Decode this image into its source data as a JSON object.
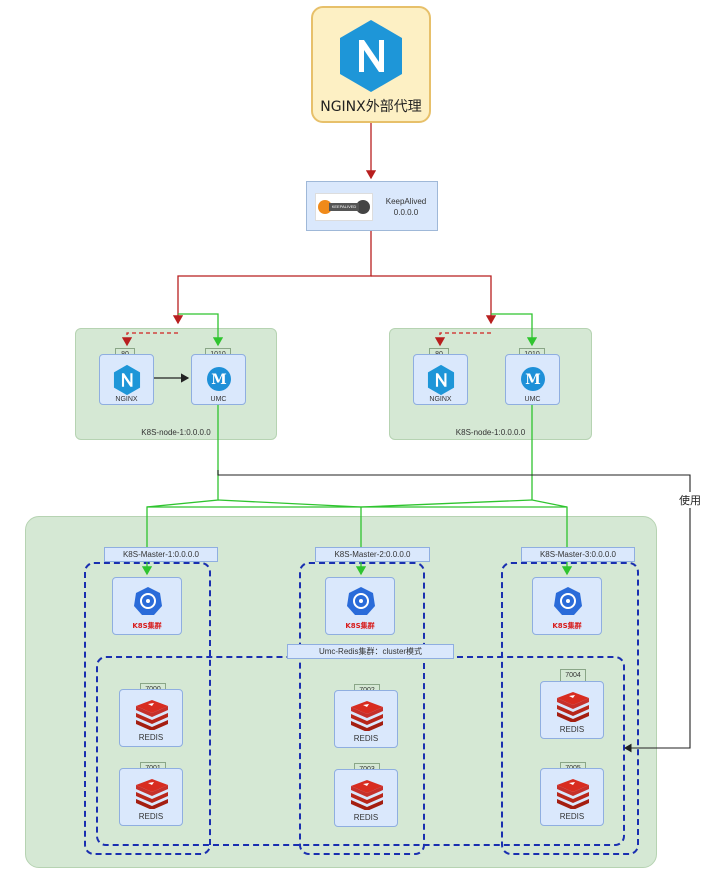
{
  "top_proxy": {
    "label": "NGINX外部代理"
  },
  "keepalived": {
    "logo_text": "KEEPALIVED",
    "name": "KeepAlived",
    "ip": "0.0.0.0"
  },
  "nodes": [
    {
      "caption": "K8S-node-1:0.0.0.0",
      "nginx_port": "80",
      "nginx_label": "NGINX",
      "umc_port": "1010",
      "umc_label": "UMC"
    },
    {
      "caption": "K8S-node-1:0.0.0.0",
      "nginx_port": "80",
      "nginx_label": "NGINX",
      "umc_port": "1010",
      "umc_label": "UMC"
    }
  ],
  "masters": [
    {
      "label": "K8S-Master-1:0.0.0.0",
      "cluster_label": "K8S集群"
    },
    {
      "label": "K8S-Master-2:0.0.0.0",
      "cluster_label": "K8S集群"
    },
    {
      "label": "K8S-Master-3:0.0.0.0",
      "cluster_label": "K8S集群"
    }
  ],
  "redis_cluster_label": "Umc-Redis集群：cluster模式",
  "redis": [
    {
      "port": "7000",
      "label": "REDIS"
    },
    {
      "port": "7001",
      "label": "REDIS"
    },
    {
      "port": "7002",
      "label": "REDIS"
    },
    {
      "port": "7003",
      "label": "REDIS"
    },
    {
      "port": "7004",
      "label": "REDIS"
    },
    {
      "port": "7005",
      "label": "REDIS"
    }
  ],
  "edge_label_use": "使用",
  "colors": {
    "proxy_edge": "#b81f1f",
    "node_edge": "#2fc42f",
    "use_edge": "#222222",
    "dash_border": "#1a2fb0",
    "k8s_text": "#d81b1b"
  },
  "icons": [
    "nginx-logo-icon",
    "keepalived-logo-icon",
    "umc-m-icon",
    "kubernetes-icon",
    "redis-icon"
  ]
}
